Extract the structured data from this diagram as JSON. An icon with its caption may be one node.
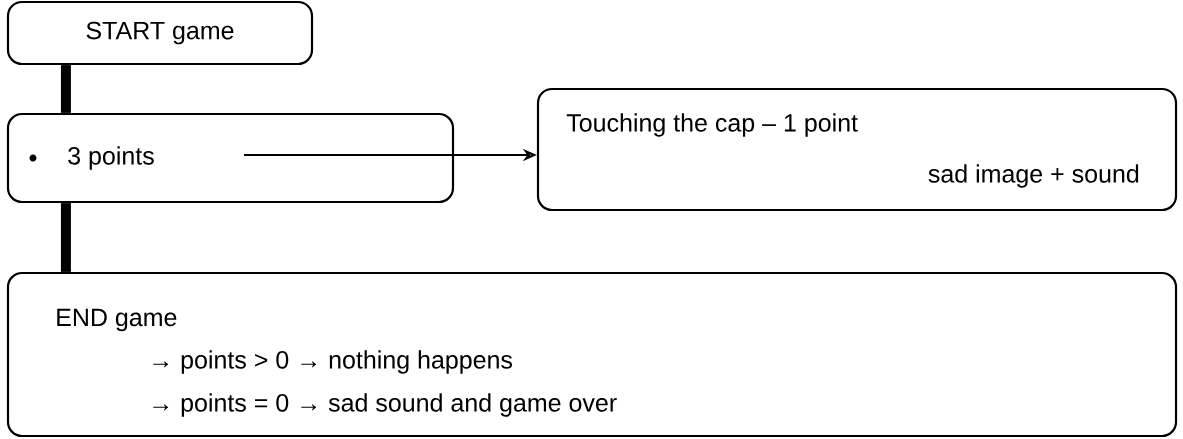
{
  "diagram": {
    "nodes": [
      {
        "text": [
          "START game"
        ]
      },
      {
        "text": [
          "3 points"
        ]
      },
      {
        "text": [
          "Touching the cap  – 1 point",
          "sad image + sound"
        ]
      },
      {
        "text": [
          "END game",
          "→ points > 0 → nothing happens",
          "→ points = 0 → sad sound and game over"
        ]
      }
    ],
    "edges": [
      {
        "from": 0,
        "to": 1,
        "arrow": "none"
      },
      {
        "from": 1,
        "to": 3,
        "arrow": "none"
      },
      {
        "from": 1,
        "to": 2,
        "arrow": "to"
      }
    ]
  }
}
